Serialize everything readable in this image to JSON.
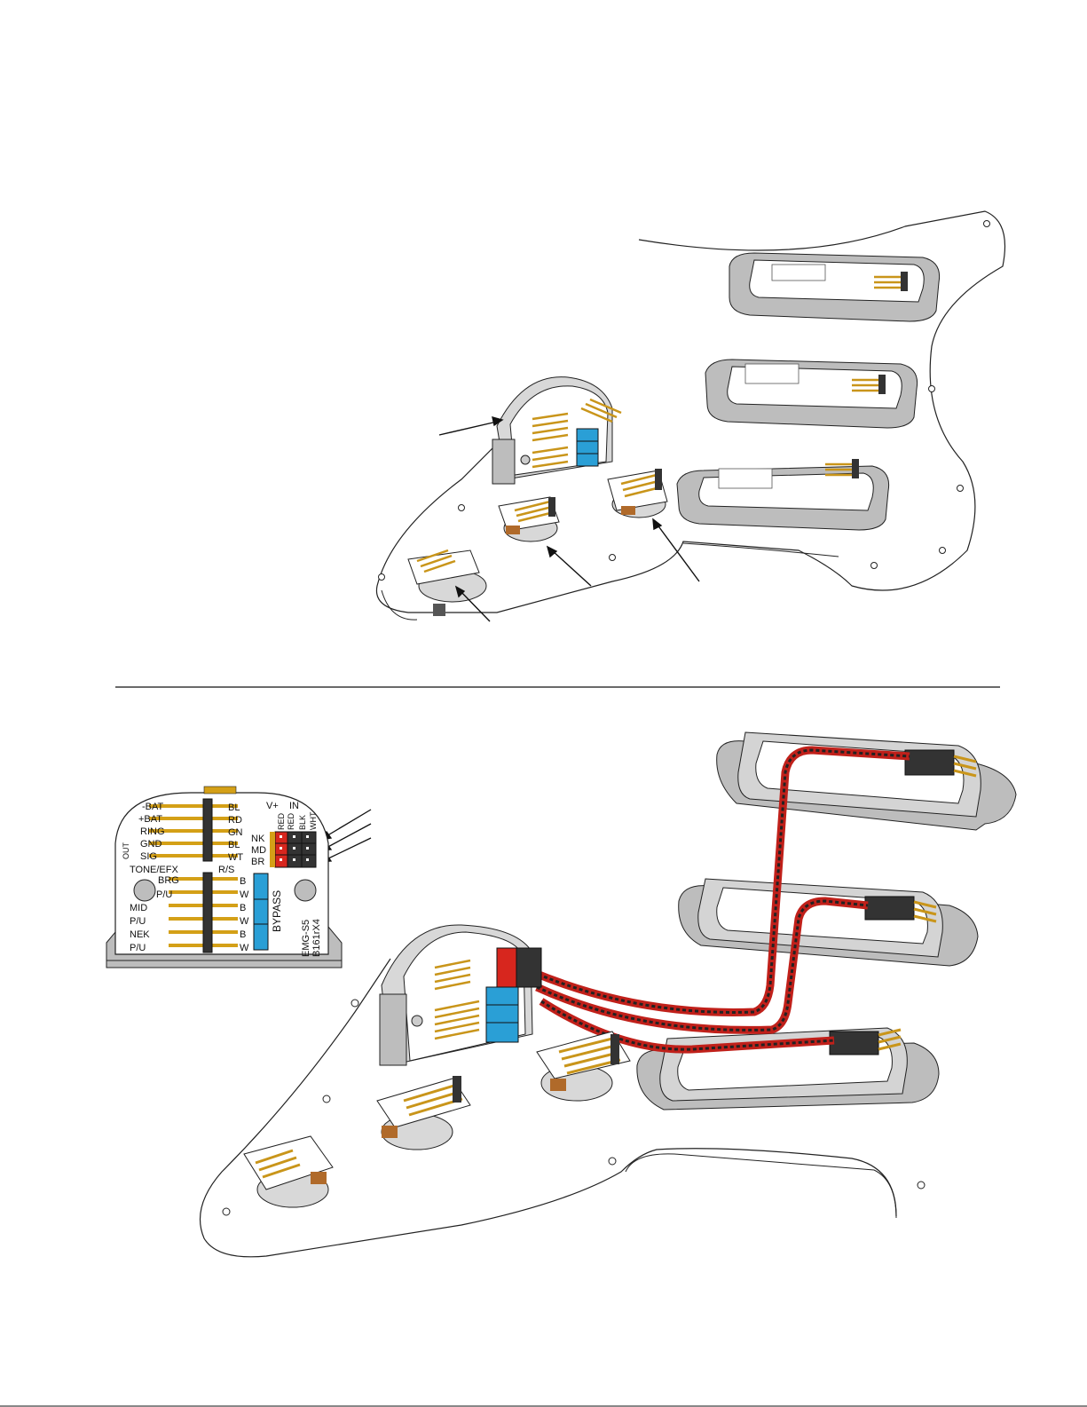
{
  "board": {
    "left_labels": [
      "-BAT",
      "+BAT",
      "RING",
      "GND",
      "SIG"
    ],
    "out_label": "OUT",
    "tone_label": "TONE/EFX",
    "lower_left_labels": [
      "BRG",
      "P/U",
      "MID",
      "P/U",
      "NEK",
      "P/U"
    ],
    "right_labels": [
      "BL",
      "RD",
      "GN",
      "BL",
      "WT"
    ],
    "rs_label": "R/S",
    "rs_pin_labels": [
      "B",
      "W",
      "B",
      "W",
      "B",
      "W"
    ],
    "top_labels": [
      "V+",
      "IN"
    ],
    "color_labels": [
      "RED",
      "RED",
      "BLK",
      "WHT"
    ],
    "pickup_labels": [
      "NK",
      "MD",
      "BR"
    ],
    "bypass_label": "BYPASS",
    "model_lines": [
      "EMG-S5",
      "B161rX4"
    ]
  },
  "colors": {
    "gold_pin": "#d4a017",
    "bypass_blue": "#2a9fd6",
    "header_red": "#d7261e",
    "header_black": "#333333",
    "cable_red": "#c0201a"
  }
}
